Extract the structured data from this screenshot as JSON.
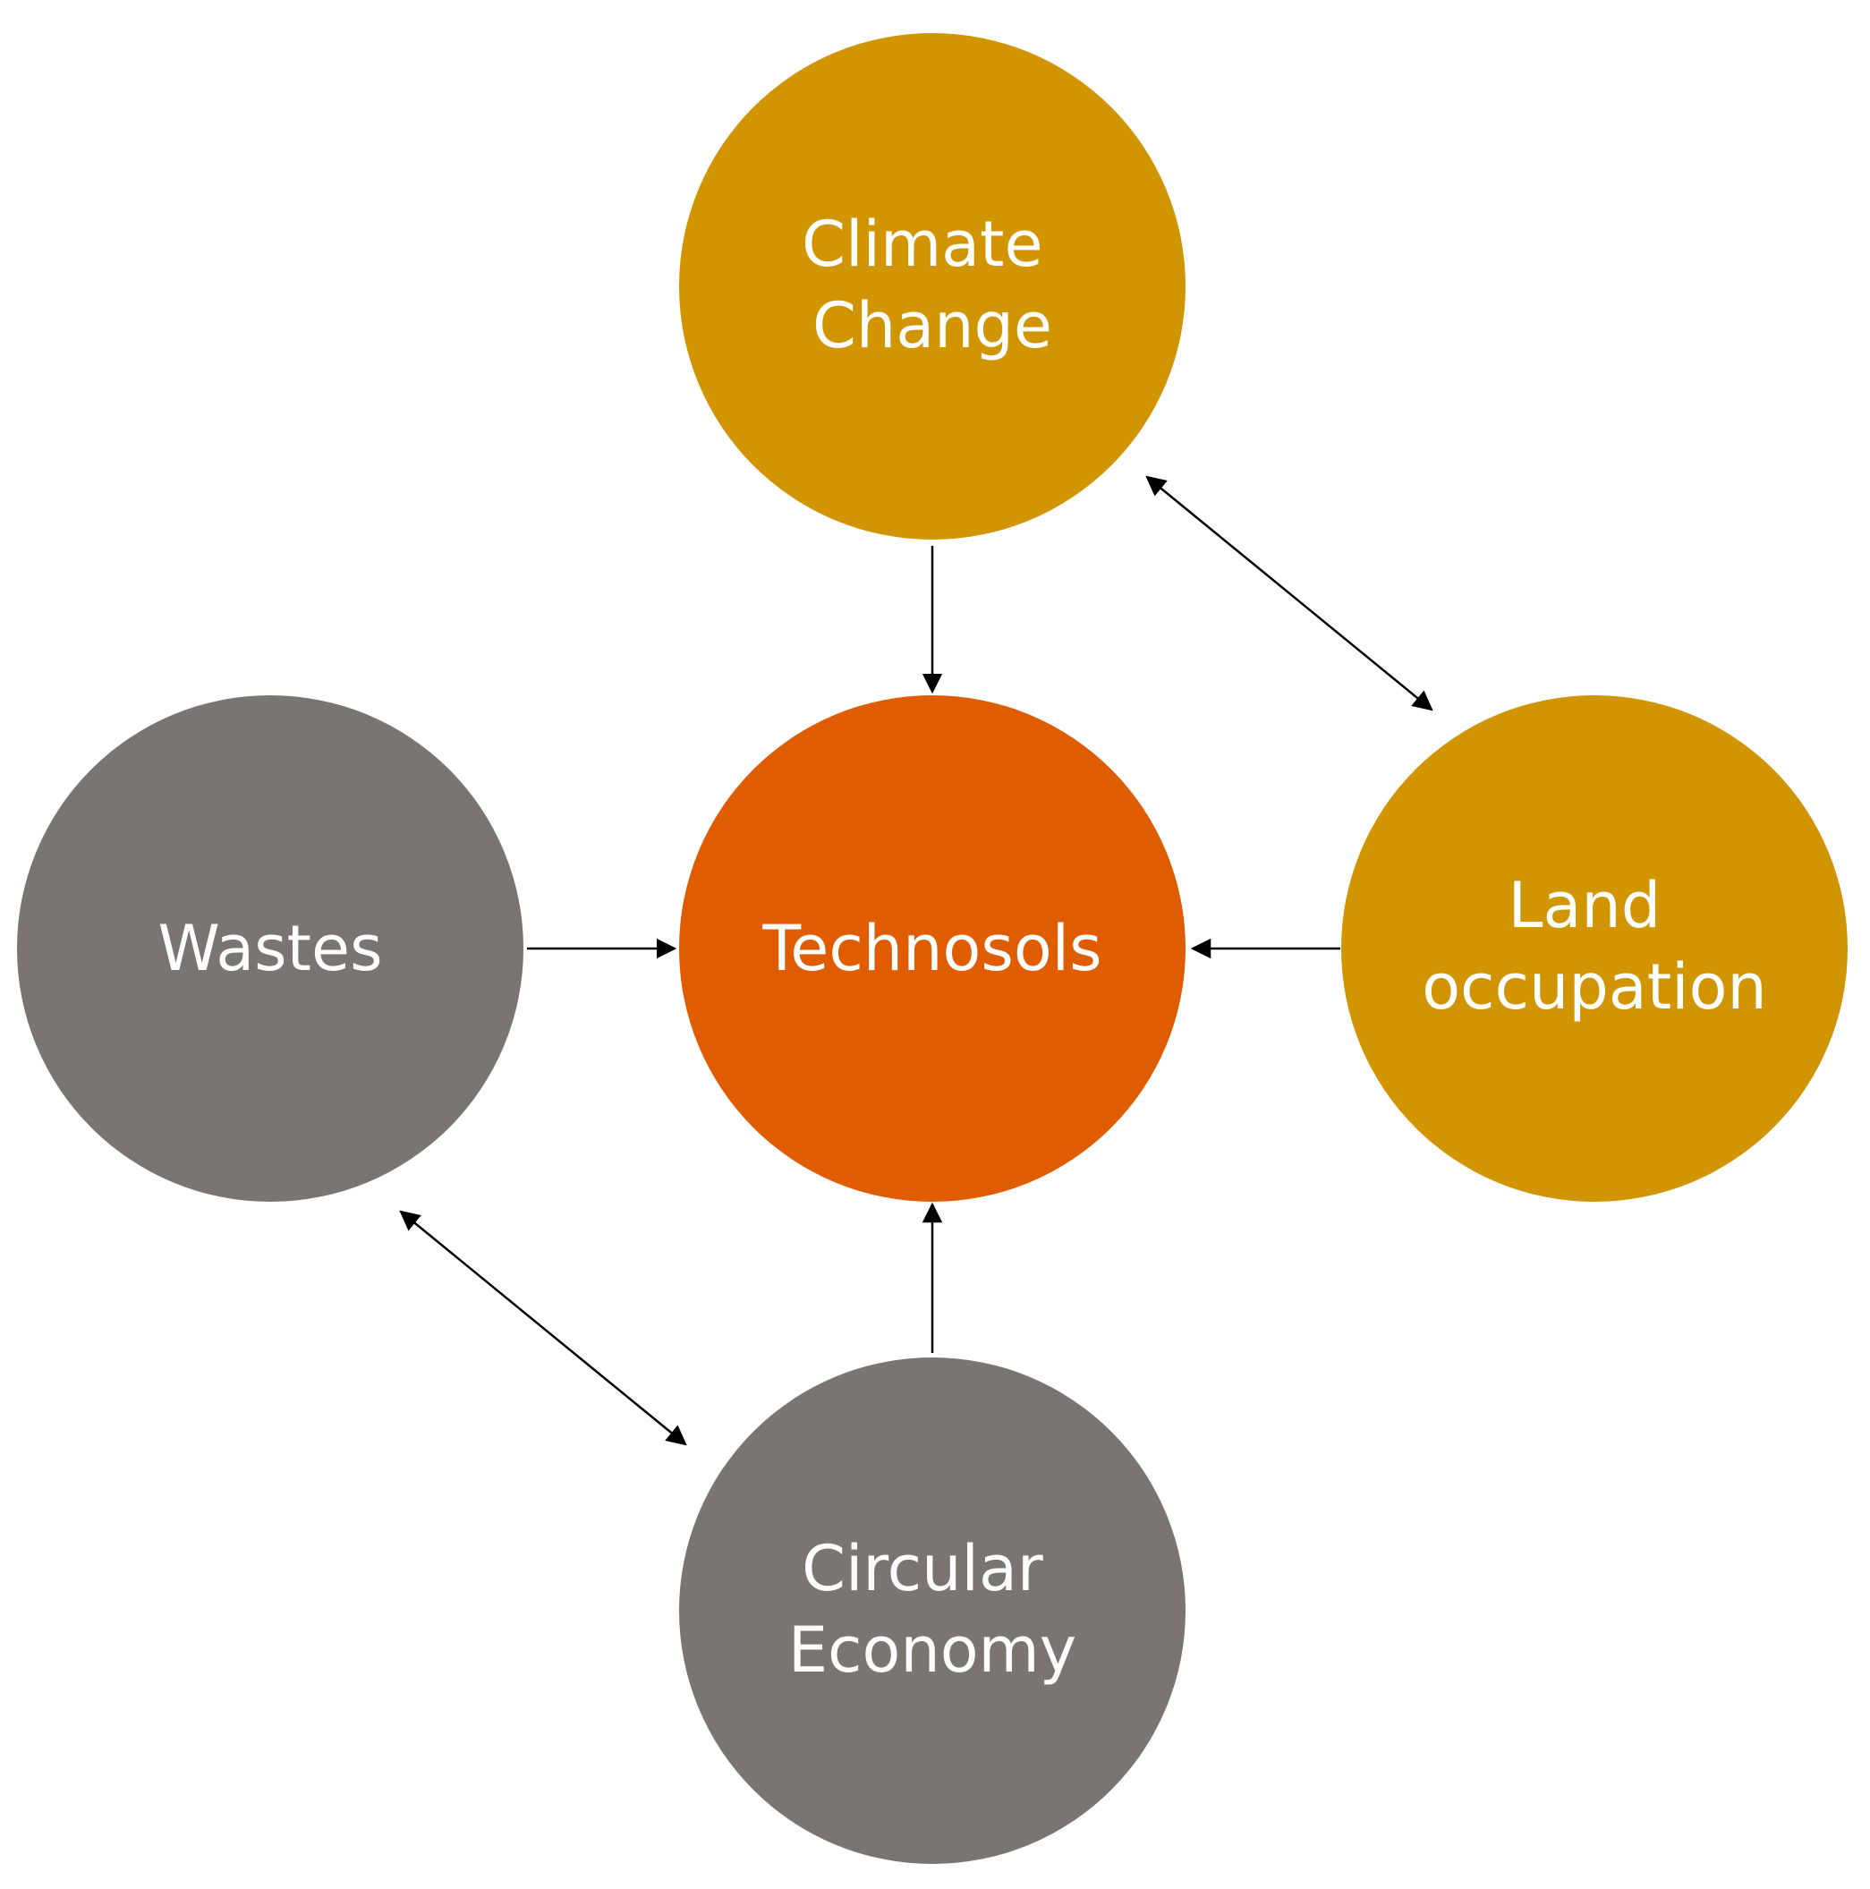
{
  "colors": {
    "gold": "#D09500",
    "orange": "#E05C00",
    "gray": "#7A7472",
    "text": "#FFFFFF",
    "arrow": "#000000"
  },
  "nodes": {
    "climate_change": {
      "lines": [
        "Climate",
        "Change"
      ]
    },
    "technosols": {
      "lines": [
        "Technosols"
      ]
    },
    "wastes": {
      "lines": [
        "Wastes"
      ]
    },
    "land_occupation": {
      "lines": [
        "Land",
        "occupation"
      ]
    },
    "circular_economy": {
      "lines": [
        "Circular",
        "Economy"
      ]
    }
  },
  "edges": [
    {
      "from": "climate_change",
      "to": "technosols",
      "direction": "forward"
    },
    {
      "from": "wastes",
      "to": "technosols",
      "direction": "forward"
    },
    {
      "from": "land_occupation",
      "to": "technosols",
      "direction": "forward"
    },
    {
      "from": "circular_economy",
      "to": "technosols",
      "direction": "forward"
    },
    {
      "from": "climate_change",
      "to": "land_occupation",
      "direction": "both"
    },
    {
      "from": "wastes",
      "to": "circular_economy",
      "direction": "both"
    }
  ]
}
